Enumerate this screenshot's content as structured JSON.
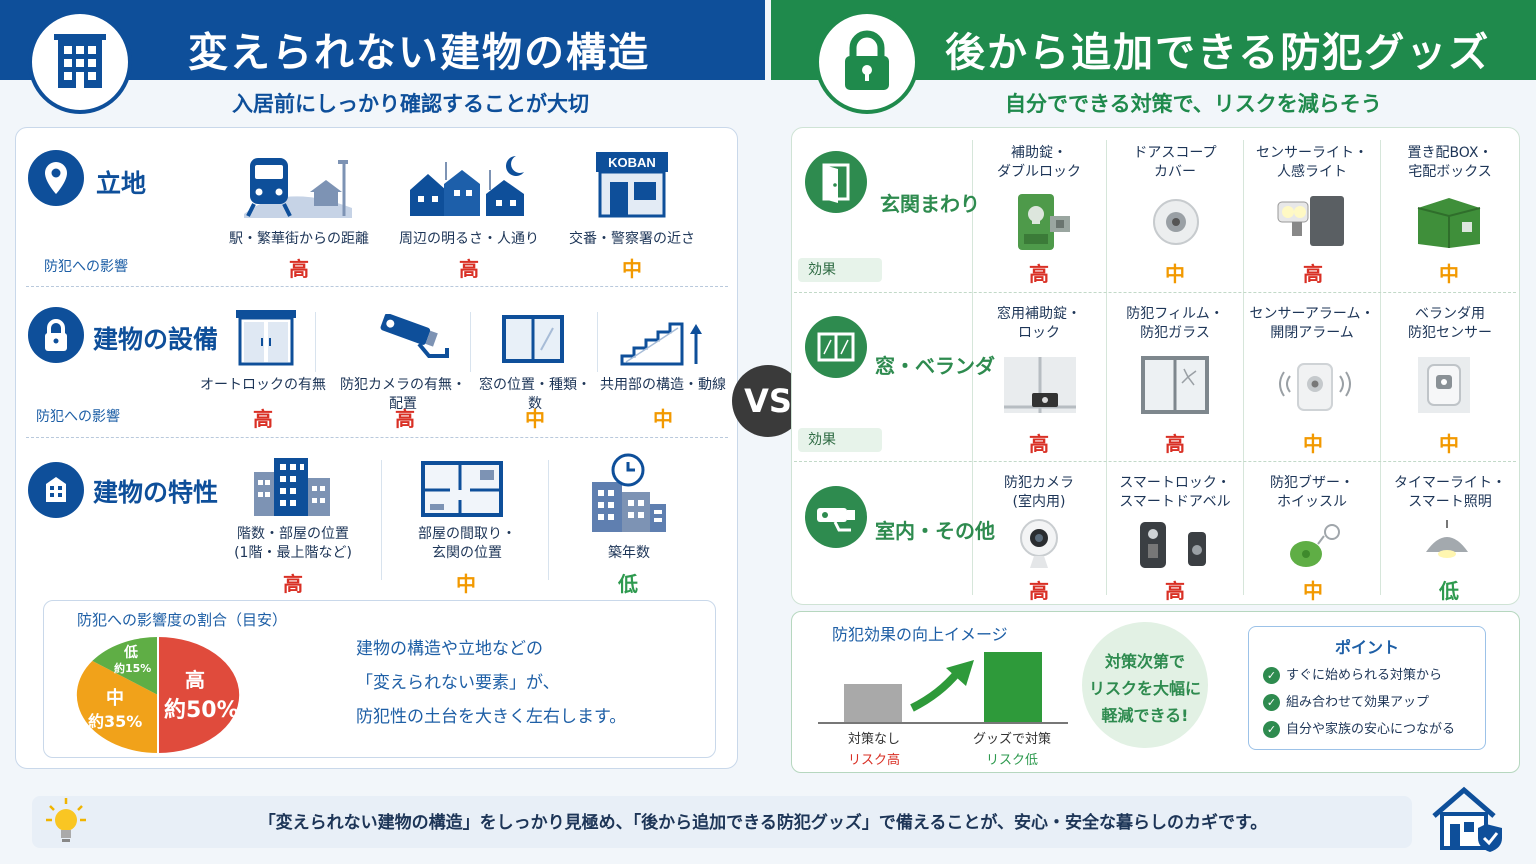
{
  "left": {
    "title": "変えられない建物の構造",
    "subtitle": "入居前にしっかり確認することが大切",
    "impact_label": "防犯への影響",
    "sections": [
      {
        "name": "立地",
        "items": [
          {
            "label": "駅・繁華街からの距離",
            "level": "高"
          },
          {
            "label": "周辺の明るさ・人通り",
            "level": "高"
          },
          {
            "label": "交番・警察署の近さ",
            "level": "中"
          }
        ]
      },
      {
        "name": "建物の設備",
        "items": [
          {
            "label": "オートロックの有無",
            "level": "高"
          },
          {
            "label": "防犯カメラの有無・配置",
            "level": "高"
          },
          {
            "label": "窓の位置・種類・数",
            "level": "中"
          },
          {
            "label": "共用部の構造・動線",
            "level": "中"
          }
        ]
      },
      {
        "name": "建物の特性",
        "items": [
          {
            "label": "階数・部屋の位置",
            "label2": "(1階・最上階など)",
            "level": "高"
          },
          {
            "label": "部屋の間取り・",
            "label2": "玄関の位置",
            "level": "中"
          },
          {
            "label": "築年数",
            "level": "低"
          }
        ]
      }
    ],
    "koban": "KOBAN",
    "ratio": {
      "title": "防犯への影響度の割合（目安）",
      "high": "高",
      "high_pct": "約50%",
      "mid": "中",
      "mid_pct": "約35%",
      "low": "低",
      "low_pct": "約15%",
      "text1": "建物の構造や立地などの",
      "text2": "「変えられない要素」が、",
      "text3": "防犯性の土台を大きく左右します。"
    }
  },
  "vs": "VS",
  "right": {
    "title": "後から追加できる防犯グッズ",
    "subtitle": "自分でできる対策で、リスクを減らそう",
    "effect_label": "効果",
    "rows": [
      {
        "name": "玄関まわり",
        "items": [
          {
            "label": "補助錠・",
            "label2": "ダブルロック",
            "level": "高"
          },
          {
            "label": "ドアスコープ",
            "label2": "カバー",
            "level": "中"
          },
          {
            "label": "センサーライト・",
            "label2": "人感ライト",
            "level": "高"
          },
          {
            "label": "置き配BOX・",
            "label2": "宅配ボックス",
            "level": "中"
          }
        ]
      },
      {
        "name": "窓・ベランダ",
        "items": [
          {
            "label": "窓用補助錠・",
            "label2": "ロック",
            "level": "高"
          },
          {
            "label": "防犯フィルム・",
            "label2": "防犯ガラス",
            "level": "高"
          },
          {
            "label": "センサーアラーム・",
            "label2": "開閉アラーム",
            "level": "中"
          },
          {
            "label": "ベランダ用",
            "label2": "防犯センサー",
            "level": "中"
          }
        ]
      },
      {
        "name": "室内・その他",
        "items": [
          {
            "label": "防犯カメラ",
            "label2": "(室内用)",
            "level": "高"
          },
          {
            "label": "スマートロック・",
            "label2": "スマートドアベル",
            "level": "高"
          },
          {
            "label": "防犯ブザー・",
            "label2": "ホイッスル",
            "level": "中"
          },
          {
            "label": "タイマーライト・",
            "label2": "スマート照明",
            "level": "低"
          }
        ]
      }
    ],
    "improve": {
      "title": "防犯効果の向上イメージ",
      "before": "対策なし",
      "before_risk": "リスク高",
      "after": "グッズで対策",
      "after_risk": "リスク低",
      "bubble1": "対策次第で",
      "bubble2": "リスクを大幅に",
      "bubble3": "軽減できる!"
    },
    "point": {
      "title": "ポイント",
      "items": [
        "すぐに始められる対策から",
        "組み合わせて効果アップ",
        "自分や家族の安心につながる"
      ]
    }
  },
  "footer": "「変えられない建物の構造」をしっかり見極め、「後から追加できる防犯グッズ」で備えることが、安心・安全な暮らしのカギです。",
  "colors": {
    "navy": "#0e4f9a",
    "green": "#1f8a4c",
    "high": "#d93025",
    "mid": "#f29900",
    "low": "#2e9a4f"
  }
}
